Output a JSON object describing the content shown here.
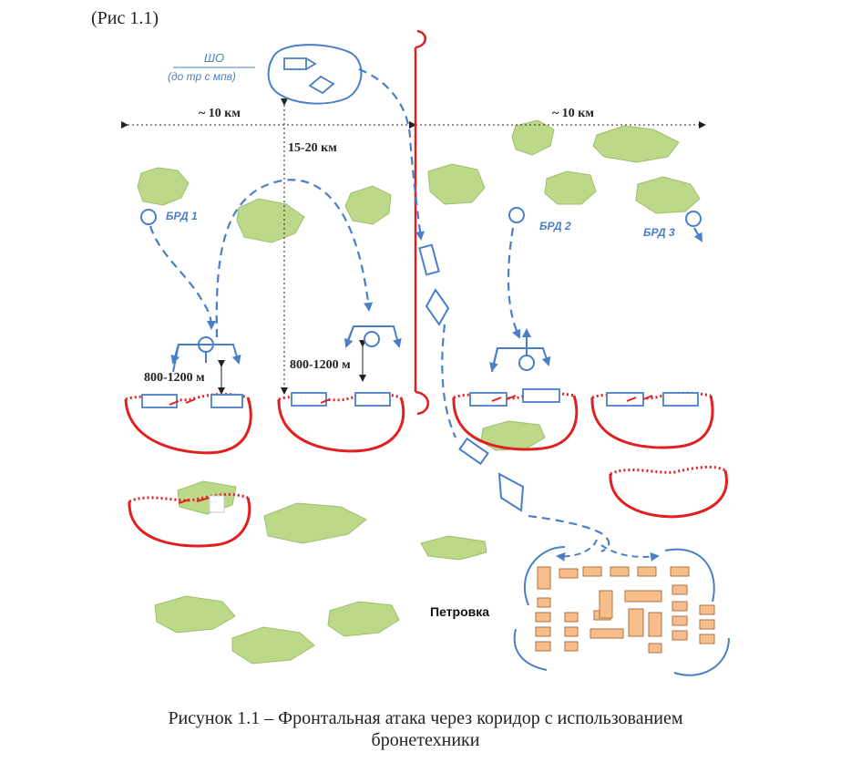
{
  "figure_ref": "(Рис 1.1)",
  "labels": {
    "sho": "ШО",
    "sho_sub": "(до тр с мпв)",
    "width_left": "~ 10 км",
    "width_right": "~ 10 км",
    "depth": "15-20 км",
    "brd1": "БРД 1",
    "brd2": "БРД 2",
    "brd3": "БРД 3",
    "gap_left": "800-1200 м",
    "gap_mid": "800-1200 м",
    "settlement": "Петровка"
  },
  "caption": {
    "line1": "Рисунок 1.1 – Фронтальная атака через коридор с использованием",
    "line2": "бронетехники"
  },
  "colors": {
    "friendly": "#4a7fc8",
    "enemy": "#e02020",
    "forest_fill": "#bcd98a",
    "forest_stroke": "#9cc06a",
    "building_fill": "#f7be8c",
    "building_stroke": "#b07040"
  }
}
